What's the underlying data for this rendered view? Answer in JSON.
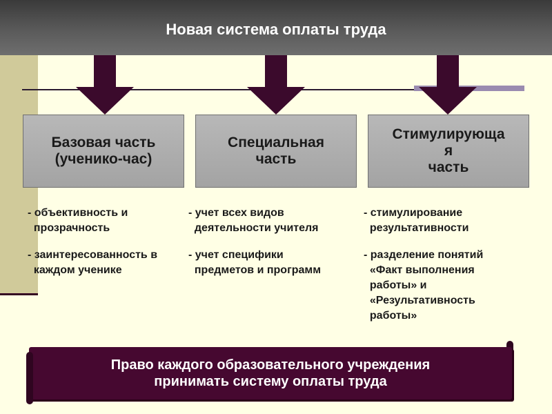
{
  "title": "Новая система оплаты труда",
  "columns": [
    {
      "heading_lines": [
        "Базовая часть",
        "(ученико-час)"
      ],
      "items": [
        {
          "lines": [
            "- объективность и",
            "  прозрачность"
          ]
        },
        {
          "lines": [
            "- заинтересованность в",
            "  каждом ученике"
          ]
        }
      ]
    },
    {
      "heading_lines": [
        "Специальная",
        "часть"
      ],
      "items": [
        {
          "lines": [
            "- учет всех видов",
            "  деятельности учителя"
          ]
        },
        {
          "lines": [
            "- учет специфики",
            "  предметов и программ"
          ]
        }
      ]
    },
    {
      "heading_lines": [
        "Стимулирующа",
        "я",
        "часть"
      ],
      "items": [
        {
          "lines": [
            "- стимулирование",
            "  результативности"
          ]
        },
        {
          "lines": [
            "- разделение понятий",
            "  «Факт выполнения",
            "  работы» и",
            "  «Результативность",
            "  работы»"
          ]
        }
      ]
    }
  ],
  "banner": {
    "line1": "Право каждого образовательного учреждения",
    "line2": "принимать систему оплаты труда"
  },
  "colors": {
    "header_bg": "#4a4a4a",
    "arrow": "#3b0a2c",
    "banner_bg": "#460830",
    "box_bg": "#b0b0b0",
    "page_bg": "#ffffe5"
  }
}
